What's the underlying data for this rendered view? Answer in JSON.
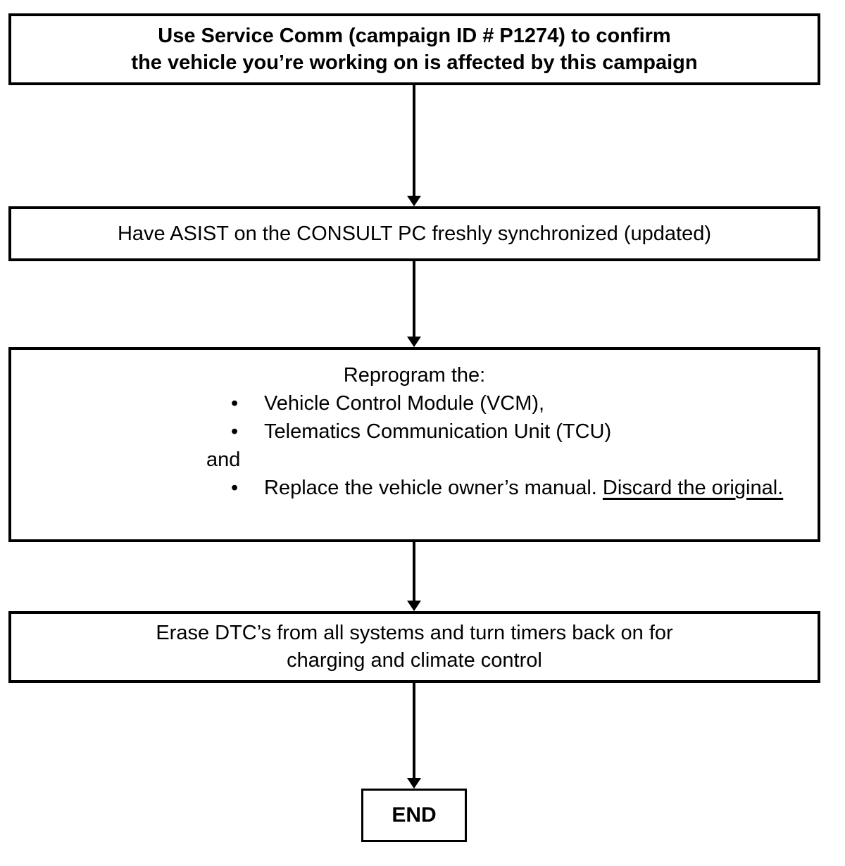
{
  "colors": {
    "ink": "#000000",
    "background": "#ffffff"
  },
  "flowchart": {
    "steps": {
      "confirm": {
        "line1": "Use Service Comm (campaign ID # P1274) to confirm",
        "line2": "the vehicle you’re working on is affected by this campaign"
      },
      "asist": {
        "text": "Have ASIST on the CONSULT PC freshly synchronized (updated)"
      },
      "reprogram": {
        "title": "Reprogram the:",
        "bullet1": "Vehicle Control Module (VCM),",
        "bullet2": "Telematics Communication Unit (TCU)",
        "connector": "and",
        "bullet3_text": "Replace the vehicle owner’s manual. ",
        "bullet3_underlined": "Discard the original."
      },
      "erase": {
        "line1": "Erase DTC’s from all systems and turn timers back on for",
        "line2": "charging and climate control"
      },
      "end": {
        "label": "END"
      }
    }
  }
}
